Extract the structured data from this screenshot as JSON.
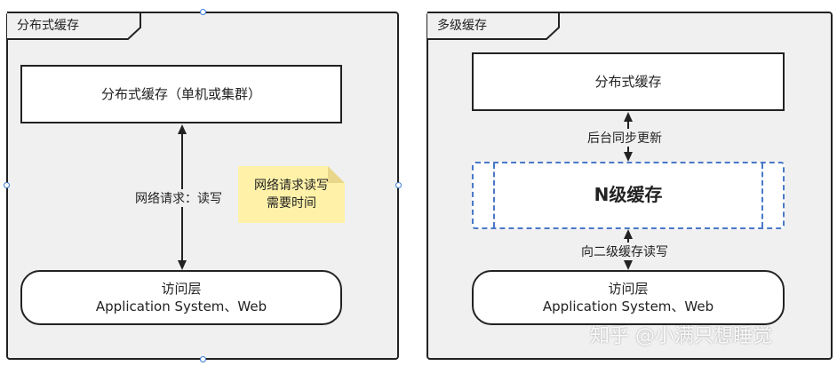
{
  "left_panel": {
    "title": "分布式缓存",
    "top_box": "分布式缓存（单机或集群）",
    "edge_label": "网络请求：读写",
    "note_line1": "网络请求读写",
    "note_line2": "需要时间",
    "bottom_box_line1": "访问层",
    "bottom_box_line2": "Application System、Web"
  },
  "right_panel": {
    "title": "多级缓存",
    "top_box": "分布式缓存",
    "upper_edge_label": "后台同步更新",
    "middle_box": "N级缓存",
    "lower_edge_label": "向二级缓存读写",
    "bottom_box_line1": "访问层",
    "bottom_box_line2": "Application System、Web"
  },
  "watermark": "知乎 @小满只想睡觉",
  "colors": {
    "frame_bg": "#f0f0f0",
    "note_bg": "#fff2a8",
    "dashed_border": "#4a78c8",
    "selection_handle": "#3b7dd8"
  }
}
